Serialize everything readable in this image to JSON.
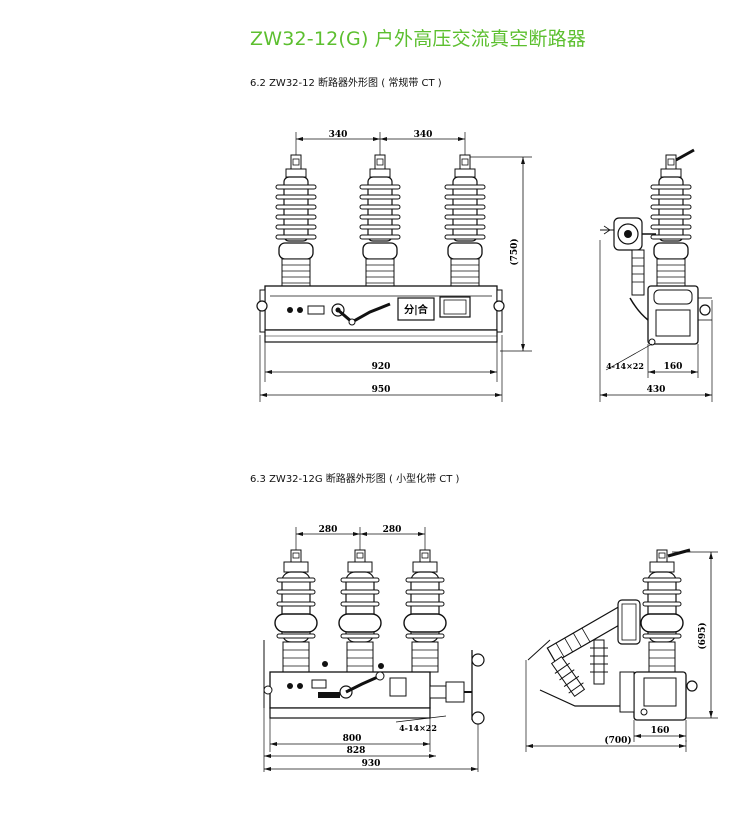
{
  "page_title": "ZW32-12(G) 户外高压交流真空断路器",
  "sections": [
    {
      "caption": "6.2   ZW32-12 断路器外形图 ( 常规带 CT )",
      "dims": {
        "spacing_left": "340",
        "spacing_right": "340",
        "height": "(750)",
        "width_inner": "920",
        "width_outer": "950",
        "mount_holes": "4-14×22",
        "side_base": "160",
        "side_total": "430"
      }
    },
    {
      "caption": "6.3   ZW32-12G 断路器外形图 ( 小型化带 CT )",
      "dims": {
        "spacing_left": "280",
        "spacing_right": "280",
        "height": "(695)",
        "mount_holes": "4-14×22",
        "width_inner": "800",
        "width_mid": "828",
        "width_outer": "930",
        "side_base": "160",
        "side_total": "(700)"
      }
    }
  ],
  "colors": {
    "title": "#5cbf2f",
    "line": "#111111"
  }
}
